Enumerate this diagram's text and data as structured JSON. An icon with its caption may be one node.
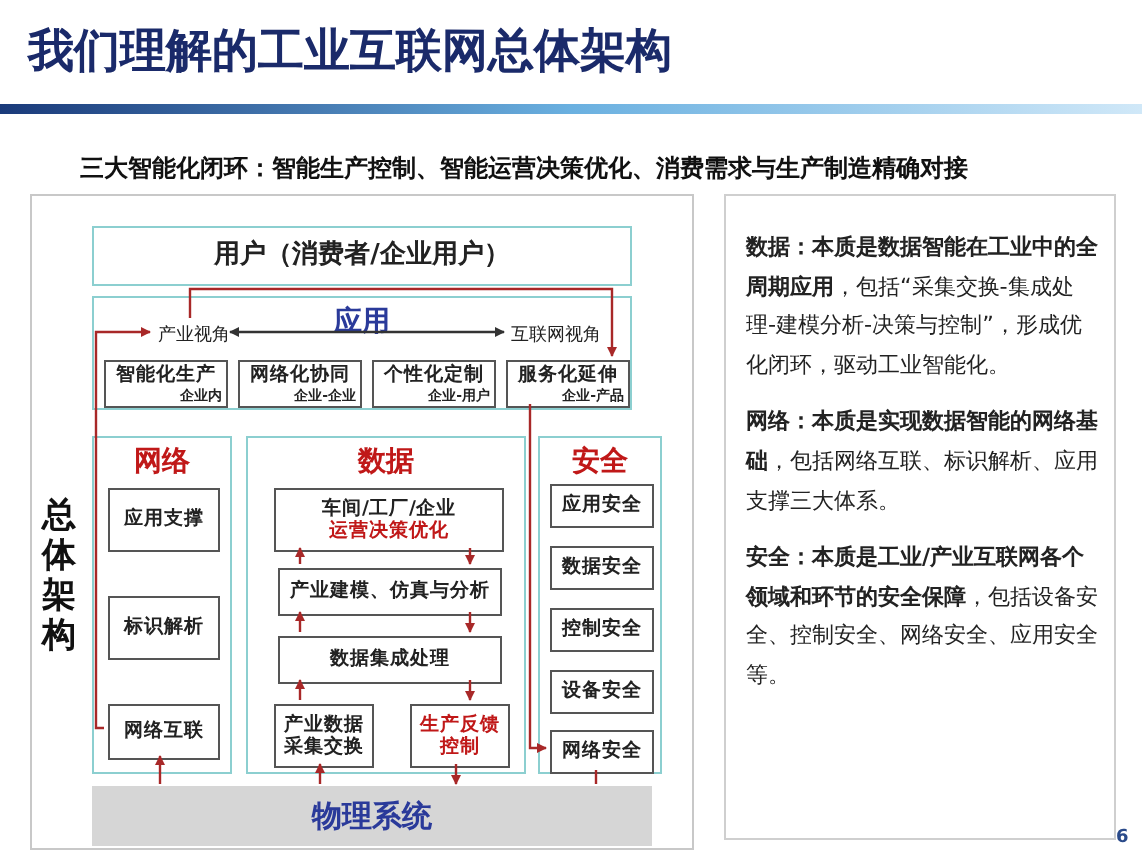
{
  "diagram": {
    "title": "我们理解的工业互联网总体架构",
    "nodes": [
      {
        "text": [
          "总体架构"
        ]
      },
      {
        "text": [
          "用户（消费者/企业用户）"
        ],
        "in": 0
      },
      {
        "text": [
          "应用"
        ],
        "in": 0
      },
      {
        "text": [
          "产业视角"
        ],
        "in": 2
      },
      {
        "text": [
          "互联网视角"
        ],
        "in": 2
      },
      {
        "text": [
          "智能化生产",
          "企业内"
        ],
        "in": 2
      },
      {
        "text": [
          "网络化协同",
          "企业-企业"
        ],
        "in": 2
      },
      {
        "text": [
          "个性化定制",
          "企业-用户"
        ],
        "in": 2
      },
      {
        "text": [
          "服务化延伸",
          "企业-产品"
        ],
        "in": 2
      },
      {
        "text": [
          "网络"
        ],
        "in": 0
      },
      {
        "text": [
          "应用支撑"
        ],
        "in": 9
      },
      {
        "text": [
          "标识解析"
        ],
        "in": 9
      },
      {
        "text": [
          "网络互联"
        ],
        "in": 9
      },
      {
        "text": [
          "数据"
        ],
        "in": 0
      },
      {
        "text": [
          "车间/工厂/企业",
          "运营决策优化"
        ],
        "in": 13
      },
      {
        "text": [
          "产业建模、仿真与分析"
        ],
        "in": 13
      },
      {
        "text": [
          "数据集成处理"
        ],
        "in": 13
      },
      {
        "text": [
          "产业数据采集交换"
        ],
        "in": 13
      },
      {
        "text": [
          "生产反馈控制"
        ],
        "in": 13
      },
      {
        "text": [
          "安全"
        ],
        "in": 0
      },
      {
        "text": [
          "应用安全"
        ],
        "in": 19
      },
      {
        "text": [
          "数据安全"
        ],
        "in": 19
      },
      {
        "text": [
          "控制安全"
        ],
        "in": 19
      },
      {
        "text": [
          "设备安全"
        ],
        "in": 19
      },
      {
        "text": [
          "网络安全"
        ],
        "in": 19
      },
      {
        "text": [
          "物理系统"
        ],
        "in": 0
      },
      {
        "text": [
          "**数据：本质是数据智能在工业中的全周期应用**，包括“采集交换-集成处理-建模分析-决策与控制”，形成优化闭环，驱动工业智能化。",
          "**网络：本质是实现数据智能的网络基础**，包括网络互联、标识解析、应用支撑三大体系。",
          "**安全：本质是工业/产业互联网各个领域和环节的安全保障**，包括设备安全、控制安全、网络安全、应用安全等。"
        ]
      }
    ],
    "edges": [
      {
        "from": 3,
        "to": 4,
        "arrow": "both",
        "color": "#333333"
      },
      {
        "from": 25,
        "to": 17,
        "arrow": "to"
      },
      {
        "from": 17,
        "to": 16,
        "arrow": "to"
      },
      {
        "from": 16,
        "to": 15,
        "arrow": "to"
      },
      {
        "from": 15,
        "to": 14,
        "arrow": "to"
      },
      {
        "from": 14,
        "to": 15,
        "arrow": "to"
      },
      {
        "from": 15,
        "to": 16,
        "arrow": "to"
      },
      {
        "from": 16,
        "to": 18,
        "arrow": "to"
      },
      {
        "from": 18,
        "to": 25,
        "arrow": "to"
      },
      {
        "from": 25,
        "to": 12,
        "arrow": "to"
      },
      {
        "from": 12,
        "to": 3,
        "arrow": "to"
      },
      {
        "from": 3,
        "to": 8,
        "arrow": "to"
      },
      {
        "from": 8,
        "to": 24,
        "arrow": "to"
      },
      {
        "from": 24,
        "to": 25,
        "arrow": "none"
      }
    ],
    "labels": [
      "**三大智能化闭环**：智能生产控制、智能运营决策优化、消费需求与生产制造精确对接",
      "6"
    ]
  }
}
